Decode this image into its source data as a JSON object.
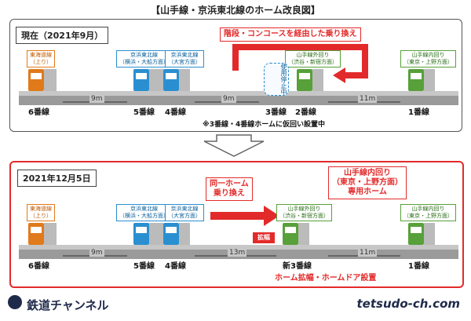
{
  "title": "【山手線・京浜東北線のホーム改良図】",
  "panel1": {
    "title": "現在（2021年9月）",
    "callout": "階段・コンコースを経由した乗り換え",
    "labels": {
      "tokaido": "東海道線\n（上り）",
      "keihin_yoko": "京浜東北線\n（横浜・大船方面）",
      "keihin_omiya": "京浜東北線\n（大宮方面）",
      "yamate_soto": "山手線外回り\n（渋谷・新宿方面）",
      "yamate_uchi": "山手線内回り\n（東京・上野方面）"
    },
    "stop_label": "使用停止中",
    "tracks": [
      "6番線",
      "5番線",
      "4番線",
      "3番線",
      "2番線",
      "1番線"
    ],
    "distances": [
      "9m",
      "9m",
      "11m"
    ],
    "note": "※3番線・4番線ホームに仮回い設置中"
  },
  "panel2": {
    "title": "2021年12月5日",
    "callout_same": "同一ホーム\n乗り換え",
    "callout_yamate": "山手線内回り\n（東京・上野方面）\n専用ホーム",
    "labels": {
      "tokaido": "東海道線\n（上り）",
      "keihin_yoko": "京浜東北線\n（横浜・大船方面）",
      "keihin_omiya": "京浜東北線\n（大宮方面）",
      "yamate_soto": "山手線外回り\n（渋谷・新宿方面）",
      "yamate_uchi": "山手線内回り\n（東京・上野方面）"
    },
    "kakufuku": "拡幅",
    "tracks": [
      "6番線",
      "5番線",
      "4番線",
      "新3番線",
      "1番線"
    ],
    "distances": [
      "9m",
      "13m",
      "11m"
    ],
    "footer": "ホーム拡幅・ホームドア設置"
  },
  "brand": "鉄道チャンネル",
  "site": "tetsudo-ch.com"
}
